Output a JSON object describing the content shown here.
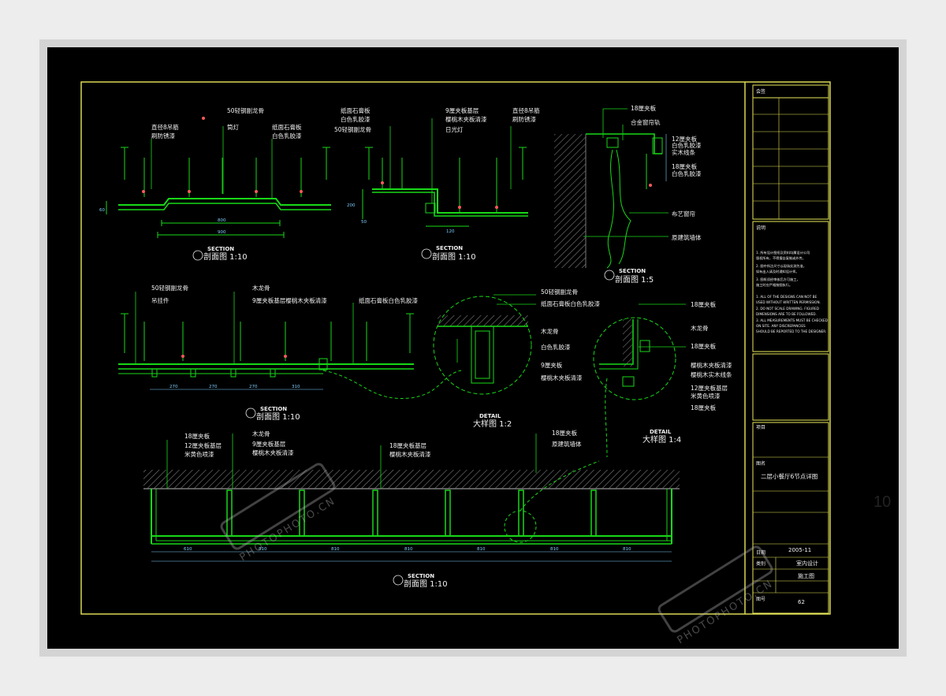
{
  "page_number": "10",
  "colors": {
    "frame": "#e8e85a",
    "line": "#18d818",
    "text": "#f0f0f0",
    "dim": "#7fd0ff",
    "hatch": "#7a7a7a",
    "mark": "#ff5a5a"
  },
  "drawing1": {
    "labels": [
      "直径8吊筋",
      "刷防锈漆",
      "50轻钢副龙骨",
      "筒灯",
      "纸面石膏板",
      "白色乳胶漆"
    ],
    "dims": [
      "60",
      "800",
      "900"
    ],
    "section_tag": "SECTION",
    "section_title": "剖面图 1:10"
  },
  "drawing2": {
    "labels": [
      "纸面石膏板",
      "白色乳胶漆",
      "50轻钢副龙骨",
      "9厘夹板基层",
      "樱桃木夹板清漆",
      "日光灯",
      "直径8吊筋",
      "刷防锈漆"
    ],
    "dims": [
      "200",
      "50",
      "120"
    ],
    "section_tag": "SECTION",
    "section_title": "剖面图 1:10"
  },
  "drawing3": {
    "labels": [
      "18厘夹板",
      "合金窗帘轨",
      "12厘夹板",
      "白色乳胶漆",
      "实木线条",
      "18厘夹板",
      "白色乳胶漆",
      "布艺窗帘",
      "原建筑墙体"
    ],
    "section_tag": "SECTION",
    "section_title": "剖面图 1:5"
  },
  "drawing4": {
    "labels": [
      "50轻钢副龙骨",
      "吊挂件",
      "木龙骨",
      "9厘夹板基层樱桃木夹板清漆",
      "纸面石膏板白色乳胶漆"
    ],
    "dims": [
      "270",
      "270",
      "270",
      "310"
    ],
    "section_tag": "SECTION",
    "section_title": "剖面图 1:10"
  },
  "detail1": {
    "labels": [
      "50轻钢副龙骨",
      "纸面石膏板白色乳胶漆",
      "木龙骨",
      "白色乳胶漆",
      "9厘夹板",
      "樱桃木夹板清漆"
    ],
    "tag": "DETAIL",
    "title": "大样图 1:2"
  },
  "detail2": {
    "labels": [
      "18厘夹板",
      "木龙骨",
      "18厘夹板",
      "樱桃木夹板清漆",
      "樱桃木实木线条",
      "12厘夹板基层",
      "米黄色喷漆",
      "18厘夹板"
    ],
    "tag": "DETAIL",
    "title": "大样图 1:4"
  },
  "drawing5": {
    "labels": [
      "18厘夹板",
      "12厘夹板基层",
      "米黄色喷漆",
      "木龙骨",
      "9厘夹板基层",
      "樱桃木夹板清漆",
      "18厘夹板基层",
      "樱桃木夹板清漆",
      "18厘夹板",
      "原建筑墙体"
    ],
    "dims": [
      "610",
      "810",
      "810",
      "810",
      "810",
      "810",
      "810"
    ],
    "section_tag": "SECTION",
    "section_title": "剖面图 1:10"
  },
  "title_block": {
    "top_label": "会签",
    "notes_title": "说明",
    "notes": [
      "1. 所有设计图纸及资料均属设计公司",
      "   版权所有，不得擅自复制或外传。",
      "2. 图中所注尺寸以现场实测为准，",
      "   如有出入请及时通知设计师。",
      "3. 图纸须经审核后方可施工，",
      "   施工时应严格按图执行。",
      "1. ALL OF THE DESIGNS CAN NOT BE",
      "   USED WITHOUT WRITTEN PERMISSION.",
      "2. DO NOT SCALE DRAWING. FIGURED",
      "   DIMENSIONS ARE TO BE FOLLOWED.",
      "3. ALL MEASUREMENTS MUST BE CHECKED",
      "   ON SITE. ANY DISCREPANCIES",
      "   SHOULD BE REPORTED TO THE DESIGNER."
    ],
    "project_label": "项目",
    "drawing_name_label": "图名",
    "drawing_name": "二层小餐厅6节点详图",
    "date_label": "日期",
    "date": "2005-11",
    "category_label": "类别",
    "category": "室内设计",
    "stage": "施工图",
    "number_label": "图号",
    "number": "62"
  },
  "watermark": {
    "text": "PHOTOPHOTO.CN"
  }
}
